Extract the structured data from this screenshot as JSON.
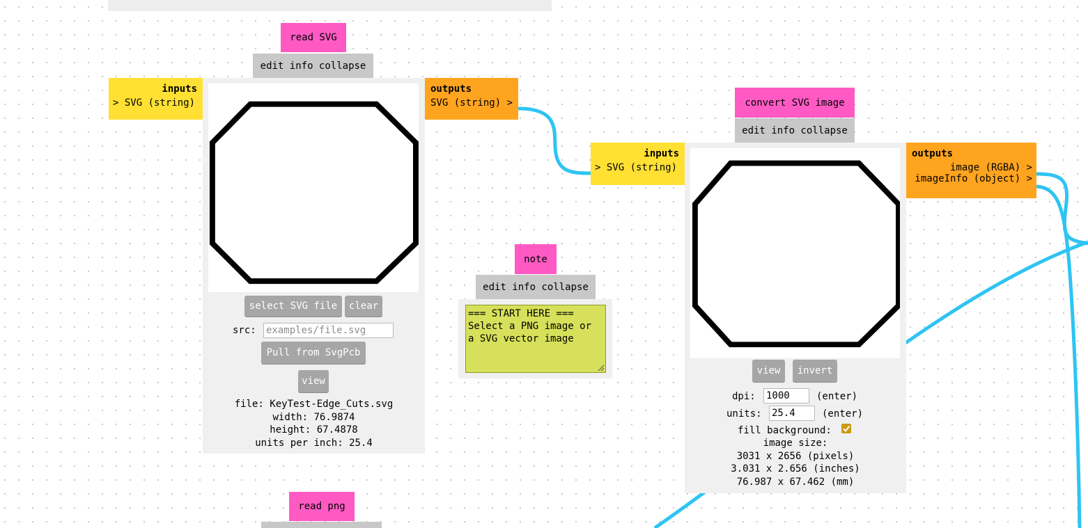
{
  "read_svg": {
    "title": "read SVG",
    "controls": "edit info collapse",
    "inputs_label": "inputs",
    "input_port": "> SVG (string)",
    "outputs_label": "outputs",
    "output_port": "SVG (string) >",
    "select_button": "select SVG file",
    "clear_button": "clear",
    "src_label": "src:",
    "src_placeholder": "examples/file.svg",
    "pull_button": "Pull from SvgPcb",
    "view_button": "view",
    "file_line": "file: KeyTest-Edge_Cuts.svg",
    "width_line": "width: 76.9874",
    "height_line": "height: 67.4878",
    "units_line": "units per inch: 25.4"
  },
  "note": {
    "title": "note",
    "controls": "edit info collapse",
    "text_line1": "=== START HERE ===",
    "text_line2": "Select a PNG image or",
    "text_line3": "a SVG vector image"
  },
  "convert_svg": {
    "title": "convert SVG image",
    "controls": "edit info collapse",
    "inputs_label": "inputs",
    "input_port": "> SVG (string)",
    "outputs_label": "outputs",
    "output_port_image": "image (RGBA) >",
    "output_port_info": "imageInfo (object) >",
    "view_button": "view",
    "invert_button": "invert",
    "dpi_label": "dpi:",
    "dpi_value": "1000",
    "units_label": "units:",
    "units_value": "25.4",
    "enter_hint": "(enter)",
    "fill_label": "fill background:",
    "fill_checked": true,
    "size_label": "image size:",
    "size_pixels": "3031 x 2656 (pixels)",
    "size_inches": "3.031 x 2.656 (inches)",
    "size_mm": "76.987 x 67.462 (mm)"
  },
  "read_png": {
    "title": "read png"
  },
  "colors": {
    "title_pink": "#ff5ac4",
    "inputs_yellow": "#ffe033",
    "outputs_orange": "#ffa41f",
    "wire_blue": "#2ec4f2",
    "note_green": "#d6e05a",
    "checkbox_gold": "#c99a12"
  }
}
